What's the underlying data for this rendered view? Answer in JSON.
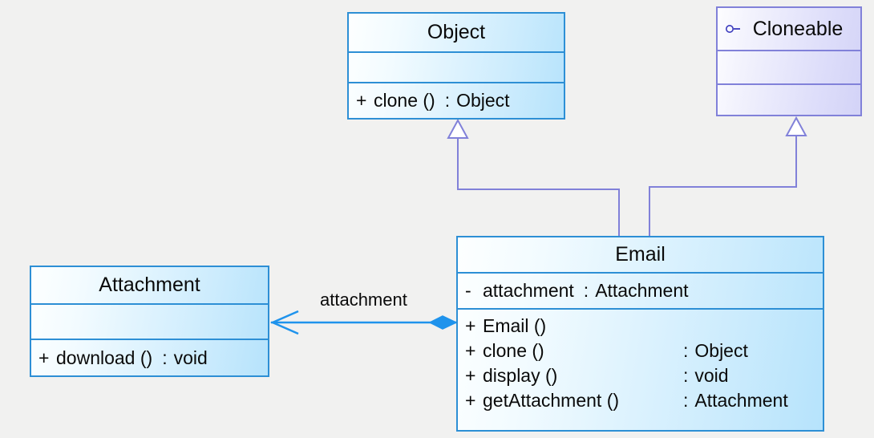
{
  "diagram": {
    "kind": "uml-class-diagram",
    "background_color": "#f1f1f0",
    "class_border_color": "#2d8fd5",
    "interface_border_color": "#8181d9",
    "generalization_color": "#8181d9",
    "association_color": "#1f93ec"
  },
  "classes": {
    "object": {
      "name": "Object",
      "stereotype_icon": "",
      "attributes": [],
      "operations": [
        {
          "visibility": "+",
          "signature": "clone ()",
          "separator": ":",
          "type": "Object"
        }
      ]
    },
    "cloneable": {
      "name": "Cloneable",
      "stereotype_icon": "interface-lollipop-icon",
      "attributes": [],
      "operations": []
    },
    "email": {
      "name": "Email",
      "attributes": [
        {
          "visibility": "-",
          "signature": "attachment",
          "separator": ":",
          "type": "Attachment"
        }
      ],
      "operations": [
        {
          "visibility": "+",
          "signature": "Email ()",
          "separator": "",
          "type": ""
        },
        {
          "visibility": "+",
          "signature": "clone ()",
          "separator": ":",
          "type": "Object"
        },
        {
          "visibility": "+",
          "signature": "display ()",
          "separator": ":",
          "type": "void"
        },
        {
          "visibility": "+",
          "signature": "getAttachment ()",
          "separator": ":",
          "type": "Attachment"
        }
      ]
    },
    "attachment": {
      "name": "Attachment",
      "attributes": [],
      "operations": [
        {
          "visibility": "+",
          "signature": "download ()",
          "separator": ":",
          "type": "void"
        }
      ]
    }
  },
  "relationships": {
    "email_extends_object": {
      "type": "generalization",
      "from": "Email",
      "to": "Object",
      "label": ""
    },
    "email_implements_cloneable": {
      "type": "generalization",
      "from": "Email",
      "to": "Cloneable",
      "label": ""
    },
    "email_has_attachment": {
      "type": "composition",
      "from": "Email",
      "to": "Attachment",
      "label": "attachment"
    }
  }
}
